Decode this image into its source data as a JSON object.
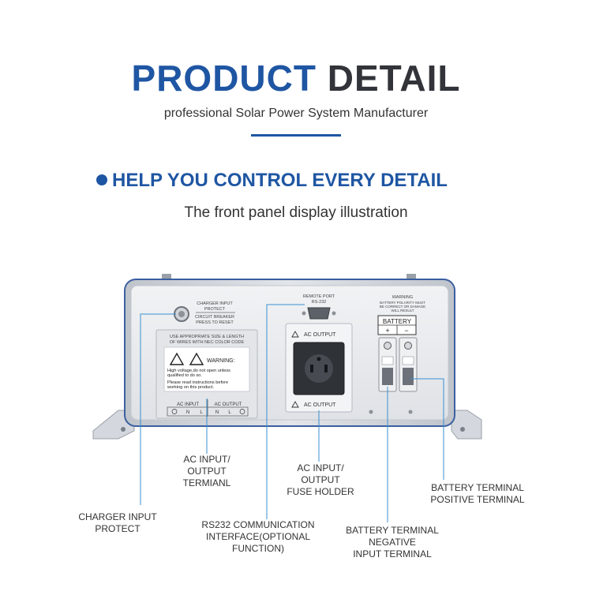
{
  "header": {
    "title_word1": "PRODUCT",
    "title_word2": "DETAIL",
    "subtitle": "professional Solar Power System Manufacturer"
  },
  "section": {
    "heading": "HELP YOU CONTROL EVERY DETAIL",
    "caption": "The front panel display illustration"
  },
  "panel": {
    "charger_label_1": "CHARGER INPUT",
    "charger_label_2": "PROTECT",
    "breaker_label_1": "CIRCUIT BREAKER",
    "breaker_label_2": "PRESS TO RESET",
    "remote_label_1": "REMOTE PORT",
    "remote_label_2": "RS-232",
    "warning_top": "WARNING",
    "warning_small_1": "BATTERY POLARITY MUST",
    "warning_small_2": "BE CORRECT OR DAMAGE",
    "warning_small_3": "WILL RESULT",
    "wires_note_1": "USE APPROPRIATE SIZE & LENGTH",
    "wires_note_2": "OF WIRES WITH NEC COLOR CODE",
    "warning_title": "WARNING:",
    "warning_text_1": "High voltage,do not open unless",
    "warning_text_2": "qualified to do so.",
    "warning_text_3": "Please read instructions before",
    "warning_text_4": "working on this product.",
    "ac_input": "AC INPUT",
    "ac_output": "AC OUTPUT",
    "term_n": "N",
    "term_l": "L",
    "socket_top": "AC OUTPUT",
    "socket_bottom": "AC OUTPUT",
    "battery": "BATTERY",
    "plus": "+",
    "minus": "−"
  },
  "callouts": {
    "ac_terminal": [
      "AC INPUT/",
      "OUTPUT",
      "TERMIANL"
    ],
    "fuse_holder": [
      "AC INPUT/",
      "OUTPUT",
      "FUSE HOLDER"
    ],
    "battery_positive": [
      "BATTERY TERMINAL",
      "POSITIVE TERMINAL"
    ],
    "charger_protect": [
      "CHARGER INPUT",
      "PROTECT"
    ],
    "rs232": [
      "RS232 COMMUNICATION",
      "INTERFACE(OPTIONAL",
      "FUNCTION)"
    ],
    "battery_negative": [
      "BATTERY TERMINAL",
      "NEGATIVE",
      "INPUT TERMINAL"
    ]
  },
  "colors": {
    "accent": "#1f56a3",
    "dark_text": "#33343a",
    "leader_line": "#3b8fd1",
    "panel_face": "#e9ebee",
    "panel_frame": "#c9cdd3"
  }
}
